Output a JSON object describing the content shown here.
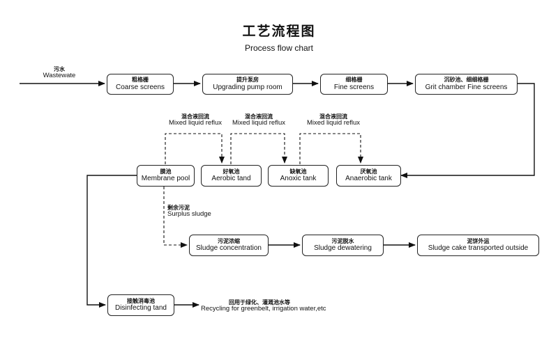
{
  "title": {
    "zh": "工艺流程图",
    "en": "Process flow chart"
  },
  "nodes": {
    "coarse_screens": {
      "zh": "粗格栅",
      "en": "Coarse screens"
    },
    "pump_room": {
      "zh": "提升泵房",
      "en": "Upgrading pump room"
    },
    "fine_screens": {
      "zh": "细格栅",
      "en": "Fine screens"
    },
    "grit_chamber": {
      "zh": "沉砂池、细细格栅",
      "en": "Grit chamber Fine screens"
    },
    "membrane_pool": {
      "zh": "膜池",
      "en": "Membrane pool"
    },
    "aerobic_tank": {
      "zh": "好氧池",
      "en": "Aerobic tand"
    },
    "anoxic_tank": {
      "zh": "缺氧池",
      "en": "Anoxic tank"
    },
    "anaerobic_tank": {
      "zh": "厌氧池",
      "en": "Anaerobic tank"
    },
    "sludge_concentration": {
      "zh": "污泥浓缩",
      "en": "Sludge concentration"
    },
    "sludge_dewatering": {
      "zh": "污泥脱水",
      "en": "Sludge dewatering"
    },
    "sludge_cake": {
      "zh": "泥饼外运",
      "en": "Sludge cake transported outside"
    },
    "disinfecting_tank": {
      "zh": "接触消毒池",
      "en": "Disinfecting tand"
    }
  },
  "labels": {
    "wastewater": {
      "zh": "污水",
      "en": "Wastewate"
    },
    "reflux_1": {
      "zh": "混合液回流",
      "en": "Mixed liquid reflux"
    },
    "reflux_2": {
      "zh": "混合液回流",
      "en": "Mixed liquid reflux"
    },
    "reflux_3": {
      "zh": "混合液回流",
      "en": "Mixed liquid reflux"
    },
    "surplus_sludge": {
      "zh": "剩余污泥",
      "en": "Surplus sludge"
    },
    "recycling": {
      "zh": "回用于绿化、灌溉池水等",
      "en": "Recycling for greenbelt, irrigation water,etc"
    }
  }
}
